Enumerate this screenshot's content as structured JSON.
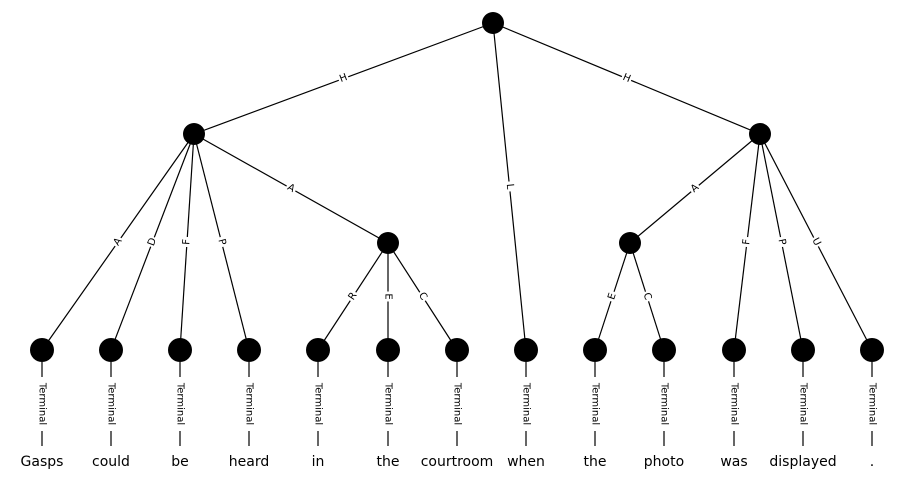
{
  "diagram": {
    "nodes": [
      {
        "id": "root"
      },
      {
        "id": "n1"
      },
      {
        "id": "n2"
      },
      {
        "id": "n3"
      },
      {
        "id": "n4"
      },
      {
        "id": "t0",
        "word": "Gasps"
      },
      {
        "id": "t1",
        "word": "could"
      },
      {
        "id": "t2",
        "word": "be"
      },
      {
        "id": "t3",
        "word": "heard"
      },
      {
        "id": "t4",
        "word": "in"
      },
      {
        "id": "t5",
        "word": "the"
      },
      {
        "id": "t6",
        "word": "courtroom"
      },
      {
        "id": "t7",
        "word": "when"
      },
      {
        "id": "t8",
        "word": "the"
      },
      {
        "id": "t9",
        "word": "photo"
      },
      {
        "id": "t10",
        "word": "was"
      },
      {
        "id": "t11",
        "word": "displayed"
      },
      {
        "id": "t12",
        "word": "."
      }
    ],
    "edges": [
      {
        "from": "root",
        "to": "n1",
        "label": "H"
      },
      {
        "from": "root",
        "to": "t7",
        "label": "L"
      },
      {
        "from": "root",
        "to": "n3",
        "label": "H"
      },
      {
        "from": "n1",
        "to": "t0",
        "label": "A"
      },
      {
        "from": "n1",
        "to": "t1",
        "label": "D"
      },
      {
        "from": "n1",
        "to": "t2",
        "label": "F"
      },
      {
        "from": "n1",
        "to": "t3",
        "label": "P"
      },
      {
        "from": "n1",
        "to": "n2",
        "label": "A"
      },
      {
        "from": "n2",
        "to": "t4",
        "label": "R"
      },
      {
        "from": "n2",
        "to": "t5",
        "label": "E"
      },
      {
        "from": "n2",
        "to": "t6",
        "label": "C"
      },
      {
        "from": "n3",
        "to": "n4",
        "label": "A"
      },
      {
        "from": "n3",
        "to": "t10",
        "label": "F"
      },
      {
        "from": "n3",
        "to": "t11",
        "label": "P"
      },
      {
        "from": "n3",
        "to": "t12",
        "label": "U"
      },
      {
        "from": "n4",
        "to": "t8",
        "label": "E"
      },
      {
        "from": "n4",
        "to": "t9",
        "label": "C"
      }
    ],
    "terminal_label": "Terminal"
  }
}
